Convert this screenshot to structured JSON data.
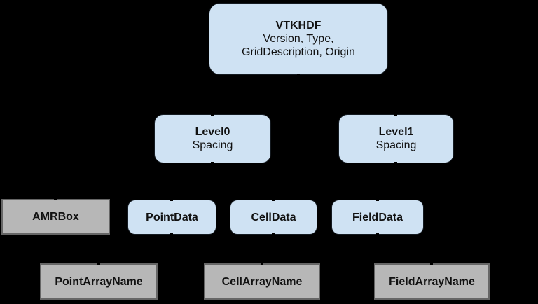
{
  "page": {
    "background": "#000000",
    "description_colors": {
      "node_blue_fill": "#cfe2f3",
      "node_gray_fill": "#b7b7b7",
      "node_gray_border": "#666666",
      "text": "#111111"
    }
  },
  "diagram": {
    "nodes": {
      "vtkhdf": {
        "title": "VTKHDF",
        "line1": "Version, Type,",
        "line2": "GridDescription, Origin"
      },
      "level0": {
        "title": "Level0",
        "subtitle": "Spacing"
      },
      "level1": {
        "title": "Level1",
        "subtitle": "Spacing"
      },
      "amrbox": {
        "title": "AMRBox"
      },
      "pointdata": {
        "title": "PointData"
      },
      "celldata": {
        "title": "CellData"
      },
      "fielddata": {
        "title": "FieldData"
      },
      "pointarrayname": {
        "title": "PointArrayName"
      },
      "cellarrayname": {
        "title": "CellArrayName"
      },
      "fieldarrayname": {
        "title": "FieldArrayName"
      }
    }
  }
}
